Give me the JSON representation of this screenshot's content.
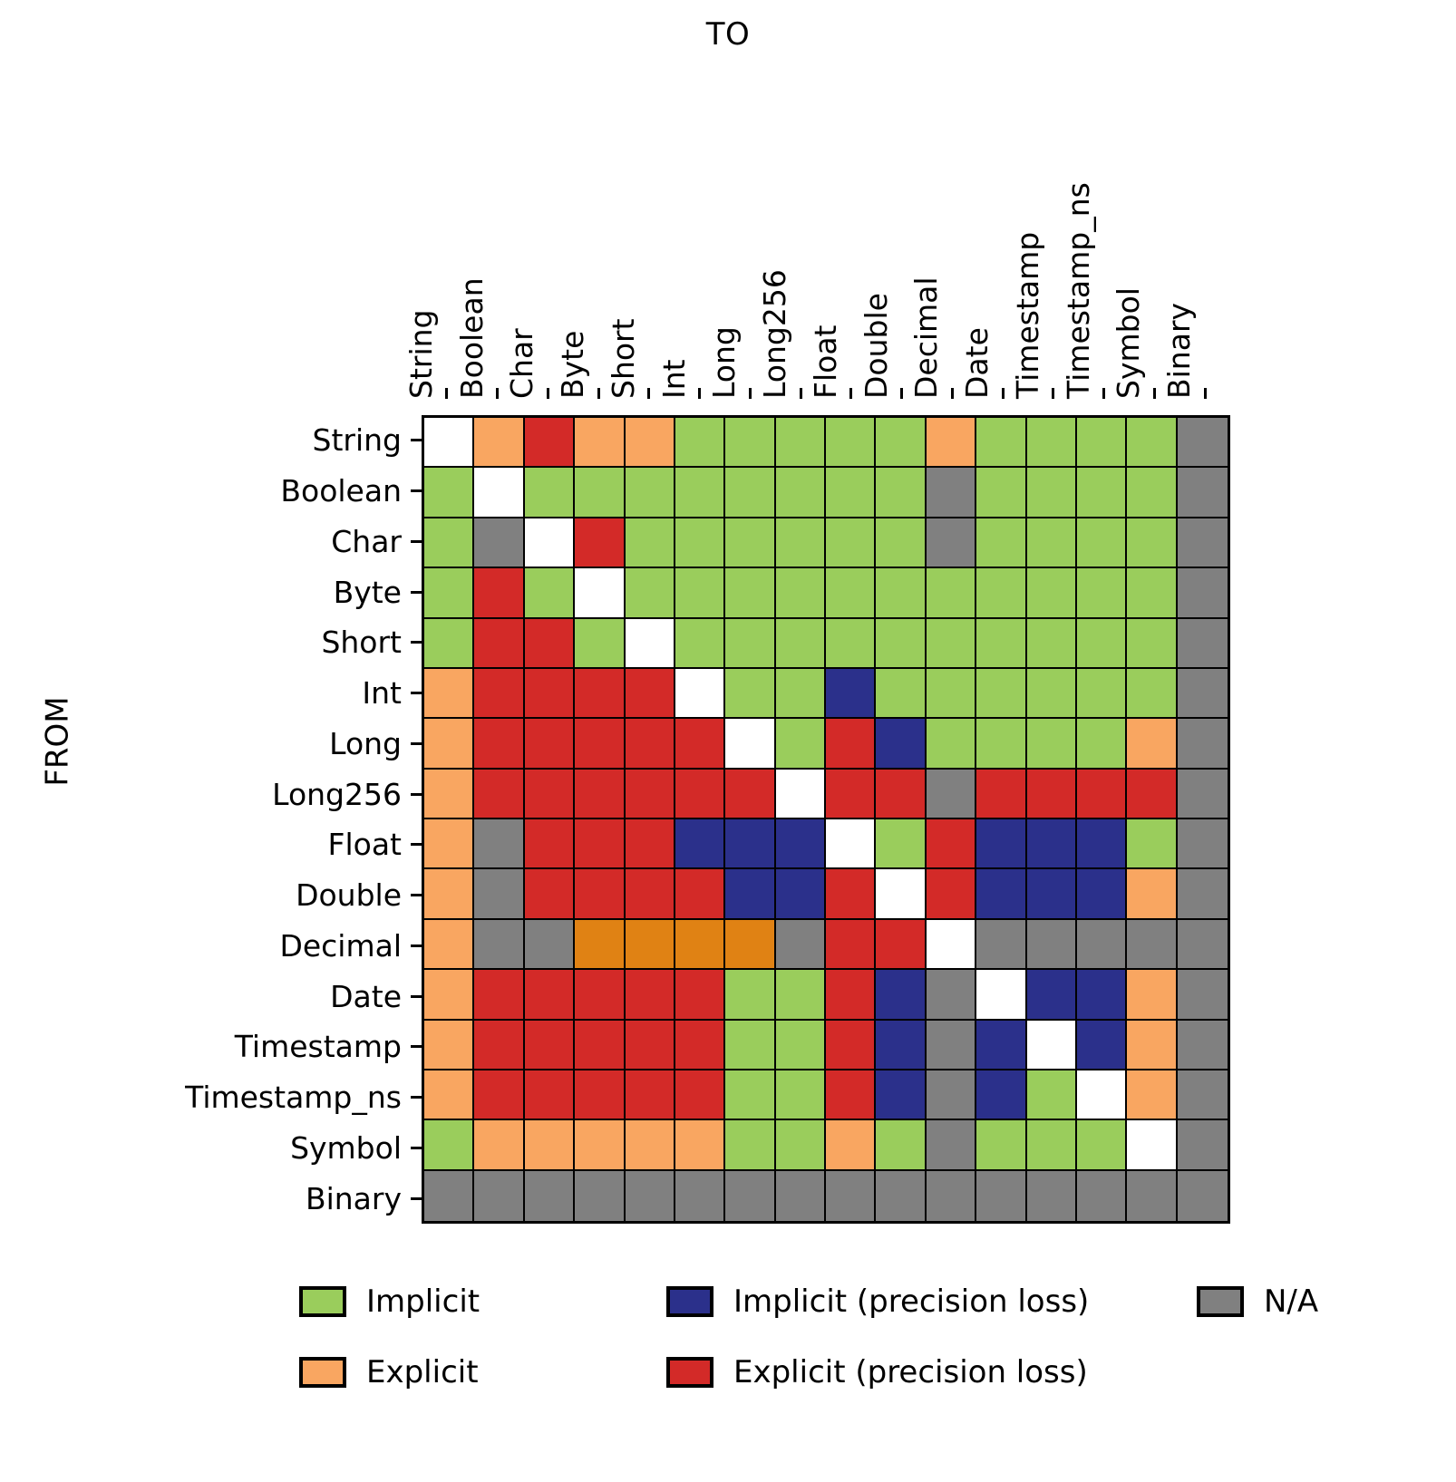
{
  "axes": {
    "x_title": "TO",
    "y_title": "FROM"
  },
  "chart_data": {
    "type": "heatmap",
    "title": "",
    "xlabel": "TO",
    "ylabel": "FROM",
    "grid": true,
    "legend_position": "bottom",
    "categories_x": [
      "String",
      "Boolean",
      "Char",
      "Byte",
      "Short",
      "Int",
      "Long",
      "Long256",
      "Float",
      "Double",
      "Decimal",
      "Date",
      "Timestamp",
      "Timestamp_ns",
      "Symbol",
      "Binary"
    ],
    "categories_y": [
      "String",
      "Boolean",
      "Char",
      "Byte",
      "Short",
      "Int",
      "Long",
      "Long256",
      "Float",
      "Double",
      "Decimal",
      "Date",
      "Timestamp",
      "Timestamp_ns",
      "Symbol",
      "Binary"
    ],
    "value_colors": {
      "implicit": "#9ACD5C",
      "explicit": "#F9A661",
      "implicit_precision_loss": "#2B308B",
      "explicit_precision_loss": "#D32A28",
      "explicit_dark": "#E08214",
      "na": "#808080",
      "self": "#FFFFFF"
    },
    "legend": [
      {
        "key": "implicit",
        "label": "Implicit",
        "color": "#9ACD5C"
      },
      {
        "key": "implicit_precision_loss",
        "label": "Implicit (precision loss)",
        "color": "#2B308B"
      },
      {
        "key": "na",
        "label": "N/A",
        "color": "#808080"
      },
      {
        "key": "explicit",
        "label": "Explicit",
        "color": "#F9A661"
      },
      {
        "key": "explicit_precision_loss",
        "label": "Explicit (precision loss)",
        "color": "#D32A28"
      }
    ],
    "matrix": [
      [
        "self",
        "explicit",
        "explicit_precision_loss",
        "explicit",
        "explicit",
        "implicit",
        "implicit",
        "implicit",
        "implicit",
        "implicit",
        "explicit",
        "implicit",
        "implicit",
        "implicit",
        "implicit",
        "na"
      ],
      [
        "implicit",
        "self",
        "implicit",
        "implicit",
        "implicit",
        "implicit",
        "implicit",
        "implicit",
        "implicit",
        "implicit",
        "na",
        "implicit",
        "implicit",
        "implicit",
        "implicit",
        "na"
      ],
      [
        "implicit",
        "na",
        "self",
        "explicit_precision_loss",
        "implicit",
        "implicit",
        "implicit",
        "implicit",
        "implicit",
        "implicit",
        "na",
        "implicit",
        "implicit",
        "implicit",
        "implicit",
        "na"
      ],
      [
        "implicit",
        "explicit_precision_loss",
        "implicit",
        "self",
        "implicit",
        "implicit",
        "implicit",
        "implicit",
        "implicit",
        "implicit",
        "implicit",
        "implicit",
        "implicit",
        "implicit",
        "implicit",
        "na"
      ],
      [
        "implicit",
        "explicit_precision_loss",
        "explicit_precision_loss",
        "implicit",
        "self",
        "implicit",
        "implicit",
        "implicit",
        "implicit",
        "implicit",
        "implicit",
        "implicit",
        "implicit",
        "implicit",
        "implicit",
        "na"
      ],
      [
        "explicit",
        "explicit_precision_loss",
        "explicit_precision_loss",
        "explicit_precision_loss",
        "explicit_precision_loss",
        "self",
        "implicit",
        "implicit",
        "implicit_precision_loss",
        "implicit",
        "implicit",
        "implicit",
        "implicit",
        "implicit",
        "implicit",
        "na"
      ],
      [
        "explicit",
        "explicit_precision_loss",
        "explicit_precision_loss",
        "explicit_precision_loss",
        "explicit_precision_loss",
        "explicit_precision_loss",
        "self",
        "implicit",
        "explicit_precision_loss",
        "implicit_precision_loss",
        "implicit",
        "implicit",
        "implicit",
        "implicit",
        "explicit",
        "na"
      ],
      [
        "explicit",
        "explicit_precision_loss",
        "explicit_precision_loss",
        "explicit_precision_loss",
        "explicit_precision_loss",
        "explicit_precision_loss",
        "explicit_precision_loss",
        "self",
        "explicit_precision_loss",
        "explicit_precision_loss",
        "na",
        "explicit_precision_loss",
        "explicit_precision_loss",
        "explicit_precision_loss",
        "explicit_precision_loss",
        "na"
      ],
      [
        "explicit",
        "na",
        "explicit_precision_loss",
        "explicit_precision_loss",
        "explicit_precision_loss",
        "implicit_precision_loss",
        "implicit_precision_loss",
        "implicit_precision_loss",
        "self",
        "implicit",
        "explicit_precision_loss",
        "implicit_precision_loss",
        "implicit_precision_loss",
        "implicit_precision_loss",
        "implicit",
        "na"
      ],
      [
        "explicit",
        "na",
        "explicit_precision_loss",
        "explicit_precision_loss",
        "explicit_precision_loss",
        "explicit_precision_loss",
        "implicit_precision_loss",
        "implicit_precision_loss",
        "explicit_precision_loss",
        "self",
        "explicit_precision_loss",
        "implicit_precision_loss",
        "implicit_precision_loss",
        "implicit_precision_loss",
        "explicit",
        "na"
      ],
      [
        "explicit",
        "na",
        "na",
        "explicit_dark",
        "explicit_dark",
        "explicit_dark",
        "explicit_dark",
        "na",
        "explicit_precision_loss",
        "explicit_precision_loss",
        "self",
        "na",
        "na",
        "na",
        "na",
        "na"
      ],
      [
        "explicit",
        "explicit_precision_loss",
        "explicit_precision_loss",
        "explicit_precision_loss",
        "explicit_precision_loss",
        "explicit_precision_loss",
        "implicit",
        "implicit",
        "explicit_precision_loss",
        "implicit_precision_loss",
        "na",
        "self",
        "implicit_precision_loss",
        "implicit_precision_loss",
        "explicit",
        "na"
      ],
      [
        "explicit",
        "explicit_precision_loss",
        "explicit_precision_loss",
        "explicit_precision_loss",
        "explicit_precision_loss",
        "explicit_precision_loss",
        "implicit",
        "implicit",
        "explicit_precision_loss",
        "implicit_precision_loss",
        "na",
        "implicit_precision_loss",
        "self",
        "implicit_precision_loss",
        "explicit",
        "na"
      ],
      [
        "explicit",
        "explicit_precision_loss",
        "explicit_precision_loss",
        "explicit_precision_loss",
        "explicit_precision_loss",
        "explicit_precision_loss",
        "implicit",
        "implicit",
        "explicit_precision_loss",
        "implicit_precision_loss",
        "na",
        "implicit_precision_loss",
        "implicit",
        "self",
        "explicit",
        "na"
      ],
      [
        "implicit",
        "explicit",
        "explicit",
        "explicit",
        "explicit",
        "explicit",
        "implicit",
        "implicit",
        "explicit",
        "implicit",
        "na",
        "implicit",
        "implicit",
        "implicit",
        "self",
        "na"
      ],
      [
        "na",
        "na",
        "na",
        "na",
        "na",
        "na",
        "na",
        "na",
        "na",
        "na",
        "na",
        "na",
        "na",
        "na",
        "na",
        "na"
      ]
    ]
  }
}
